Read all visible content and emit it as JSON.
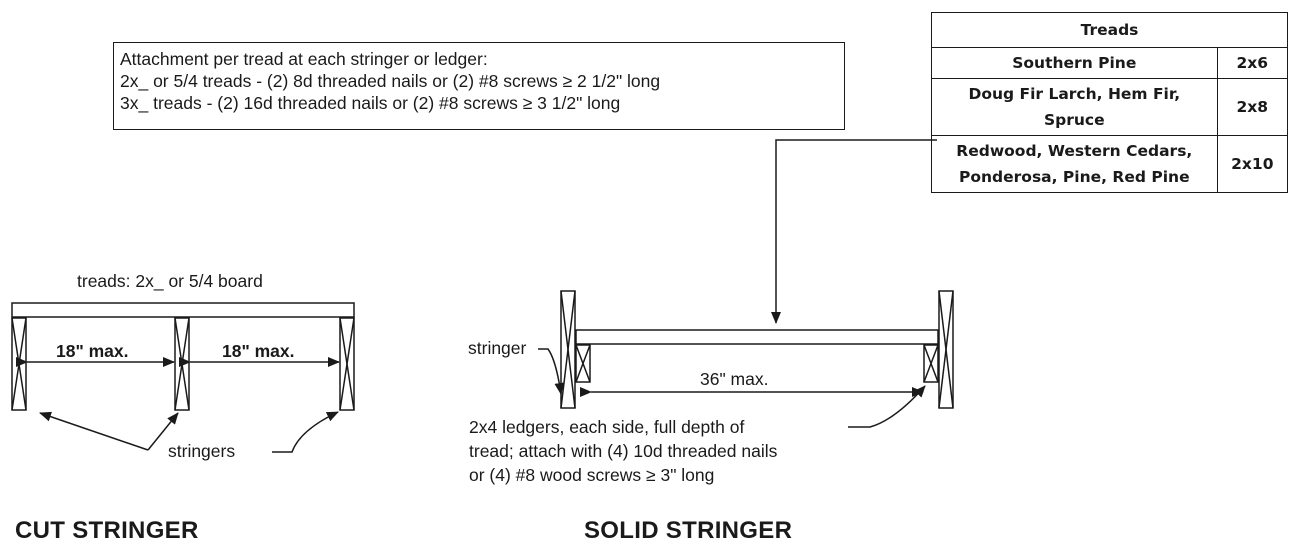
{
  "attachment_note": {
    "line1": "Attachment per tread at each stringer or ledger:",
    "line2": "2x_ or 5/4 treads - (2) 8d threaded nails or (2) #8 screws ≥ 2 1/2\" long",
    "line3": "3x_ treads - (2) 16d threaded nails or (2) #8 screws ≥ 3 1/2\" long"
  },
  "treads_table": {
    "header": "Treads",
    "rows": [
      {
        "species": "Southern Pine",
        "size": "2x6"
      },
      {
        "species": "Doug Fir Larch, Hem Fir, Spruce",
        "size": "2x8"
      },
      {
        "species": "Redwood, Western Cedars, Ponderosa, Pine, Red Pine",
        "size": "2x10"
      }
    ]
  },
  "cut_stringer": {
    "treads_label": "treads: 2x_ or 5/4 board",
    "span_left": "18\" max.",
    "span_right": "18\" max.",
    "stringers_label": "stringers",
    "title": "CUT STRINGER"
  },
  "solid_stringer": {
    "stringer_label": "stringer",
    "span": "36\" max.",
    "ledger_line1": "2x4 ledgers, each side, full depth of",
    "ledger_line2": "tread; attach with (4) 10d threaded nails",
    "ledger_line3": "or (4) #8 wood screws ≥ 3\" long",
    "title": "SOLID STRINGER"
  },
  "colors": {
    "ink": "#1a1a1a",
    "background": "#ffffff"
  }
}
